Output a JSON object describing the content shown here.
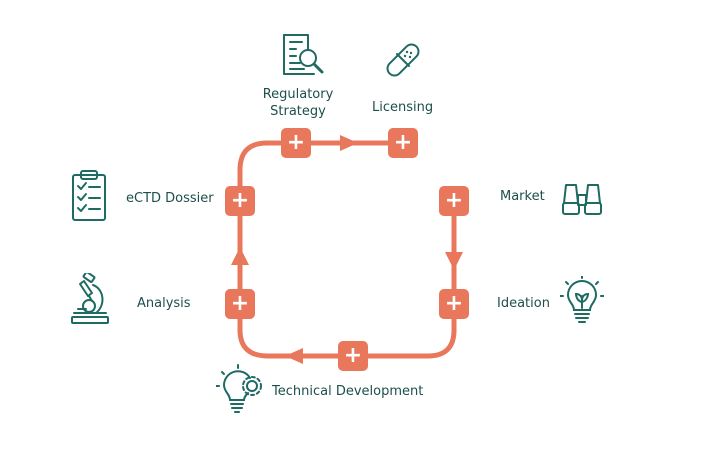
{
  "colors": {
    "accent": "#e8775c",
    "icon": "#1e6b64",
    "text": "#1d4f4b"
  },
  "steps": [
    {
      "id": "regulatory-strategy",
      "label": "Regulatory Strategy",
      "icon": "document-search-icon"
    },
    {
      "id": "licensing",
      "label": "Licensing",
      "icon": "capsule-icon"
    },
    {
      "id": "market",
      "label": "Market",
      "icon": "binoculars-icon"
    },
    {
      "id": "ideation",
      "label": "Ideation",
      "icon": "lightbulb-icon"
    },
    {
      "id": "technical-development",
      "label": "Technical Development",
      "icon": "lightbulb-gear-icon"
    },
    {
      "id": "analysis",
      "label": "Analysis",
      "icon": "microscope-icon"
    },
    {
      "id": "ectd-dossier",
      "label": "eCTD Dossier",
      "icon": "clipboard-checklist-icon"
    }
  ],
  "expand_symbol": "+"
}
